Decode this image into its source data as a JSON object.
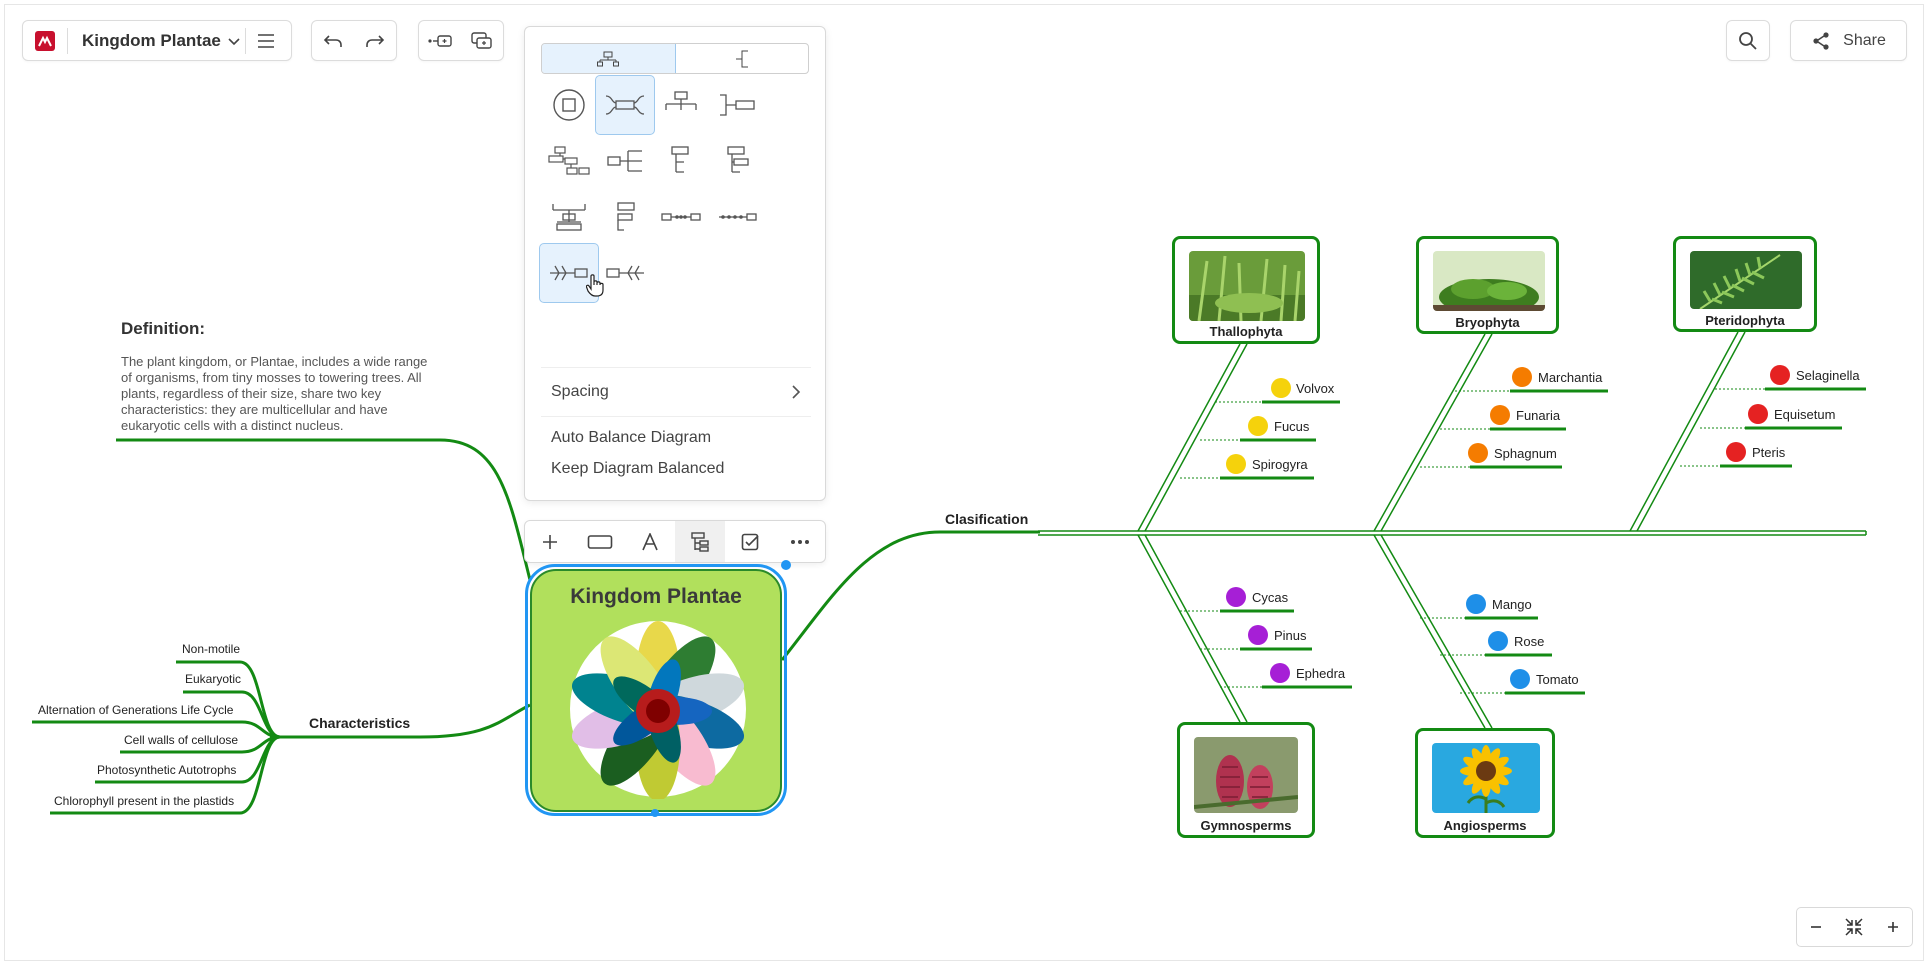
{
  "header": {
    "doc_title": "Kingdom Plantae",
    "share_label": "Share"
  },
  "layout_panel": {
    "spacing_label": "Spacing",
    "auto_balance_label": "Auto Balance Diagram",
    "keep_balanced_label": "Keep Diagram Balanced"
  },
  "central_topic": {
    "title": "Kingdom Plantae"
  },
  "definition": {
    "title": "Definition:",
    "text": "The plant kingdom, or Plantae, includes a wide range of organisms, from tiny mosses to towering trees. All plants, regardless of their size, share two key characteristics: they are multicellular and have eukaryotic cells with a distinct nucleus."
  },
  "characteristics": {
    "label": "Characteristics",
    "items": [
      "Non-motile",
      "Eukaryotic",
      "Alternation of Generations Life Cycle",
      "Cell walls of cellulose",
      "Photosynthetic Autotrophs",
      "Chlorophyll present in the plastids"
    ]
  },
  "classification": {
    "label": "Clasification",
    "groups": [
      {
        "name": "Thallophyta",
        "color": "#f5d20c",
        "items": [
          "Volvox",
          "Fucus",
          "Spirogyra"
        ]
      },
      {
        "name": "Bryophyta",
        "color": "#f57c00",
        "items": [
          "Marchantia",
          "Funaria",
          "Sphagnum"
        ]
      },
      {
        "name": "Pteridophyta",
        "color": "#e52222",
        "items": [
          "Selaginella",
          "Equisetum",
          "Pteris"
        ]
      },
      {
        "name": "Gymnosperms",
        "color": "#a61fd6",
        "items": [
          "Cycas",
          "Pinus",
          "Ephedra"
        ]
      },
      {
        "name": "Angiosperms",
        "color": "#1e8fe8",
        "items": [
          "Mango",
          "Rose",
          "Tomato"
        ]
      }
    ]
  },
  "colors": {
    "branch": "#138a13",
    "selection": "#2196f3",
    "central_fill": "#b1e05c",
    "brand": "#c8102e"
  }
}
